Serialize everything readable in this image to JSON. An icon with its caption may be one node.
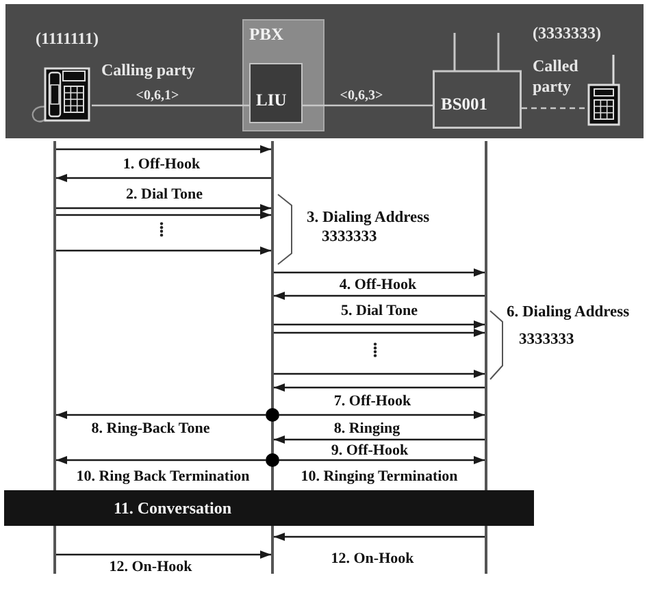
{
  "diagram": {
    "nodes": [
      {
        "text": [],
        "shape": "picture",
        "beside": [
          "(1111111)",
          "Calling party"
        ]
      },
      {
        "text": [
          "PBX"
        ]
      },
      {
        "text": [
          "LIU"
        ],
        "in": 1
      },
      {
        "text": [
          "BS001"
        ]
      },
      {
        "text": [],
        "shape": "picture",
        "beside": [
          "(3333333)",
          "Called party"
        ]
      },
      {
        "text": [],
        "shape": "line"
      },
      {
        "text": [],
        "shape": "line"
      },
      {
        "text": [],
        "shape": "line"
      },
      {
        "text": [],
        "shape": "circle"
      },
      {
        "text": [],
        "shape": "circle"
      },
      {
        "text": [
          "11. Conversation"
        ]
      }
    ],
    "edges": [
      {
        "from": 0,
        "to": 2,
        "arrow": "none",
        "label": "<0,6,1>",
        "color": "#c8c8c8"
      },
      {
        "from": 2,
        "to": 3,
        "arrow": "none",
        "label": "<0,6,3>",
        "color": "#c8c8c8"
      },
      {
        "from": 3,
        "to": 4,
        "arrow": "none",
        "style": "dashed",
        "color": "#c8c8c8"
      },
      {
        "from": 5,
        "to": 6,
        "arrow": "to",
        "label": "1. Off-Hook"
      },
      {
        "from": 6,
        "to": 5,
        "arrow": "to",
        "label": "2. Dial Tone"
      },
      {
        "from": 5,
        "to": 6,
        "arrow": "to"
      },
      {
        "from": 5,
        "to": 6,
        "arrow": "to"
      },
      {
        "from": 5,
        "to": 6,
        "arrow": "to"
      },
      {
        "from": 6,
        "to": 7,
        "arrow": "to",
        "label": "4. Off-Hook"
      },
      {
        "from": 7,
        "to": 6,
        "arrow": "to",
        "label": "5. Dial Tone"
      },
      {
        "from": 6,
        "to": 7,
        "arrow": "to"
      },
      {
        "from": 6,
        "to": 7,
        "arrow": "to"
      },
      {
        "from": 6,
        "to": 7,
        "arrow": "to"
      },
      {
        "from": 7,
        "to": 6,
        "arrow": "to",
        "label": "7. Off-Hook"
      },
      {
        "from": 8,
        "to": 5,
        "arrow": "to",
        "label": "8. Ring-Back Tone"
      },
      {
        "from": 8,
        "to": 7,
        "arrow": "to",
        "label": "8. Ringing"
      },
      {
        "from": 7,
        "to": 6,
        "arrow": "to",
        "label": "9. Off-Hook"
      },
      {
        "from": 9,
        "to": 5,
        "arrow": "to",
        "label": "10. Ring Back Termination"
      },
      {
        "from": 9,
        "to": 7,
        "arrow": "to",
        "label": "10. Ringing Termination"
      },
      {
        "from": 7,
        "to": 6,
        "arrow": "to",
        "label": "12. On-Hook"
      },
      {
        "from": 5,
        "to": 6,
        "arrow": "to",
        "label": "12. On-Hook"
      }
    ],
    "labels": [
      "3. Dialing Address 3333333",
      "6. Dialing Address 3333333"
    ]
  }
}
